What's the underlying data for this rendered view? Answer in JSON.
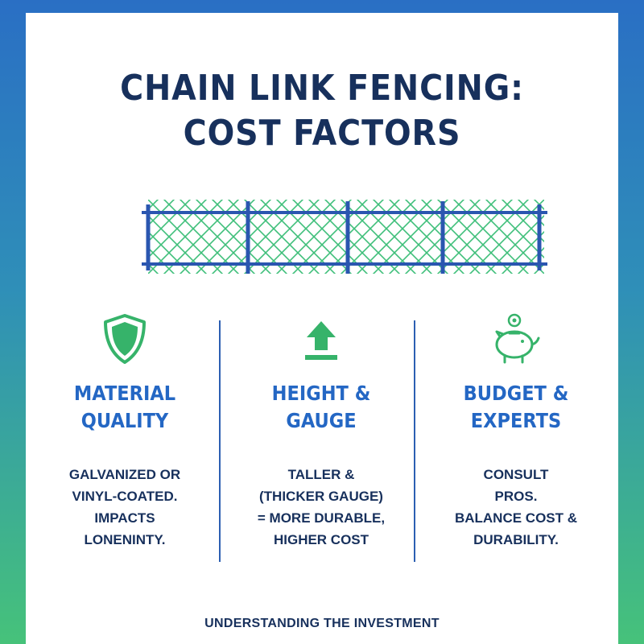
{
  "title": {
    "line1": "CHAIN LINK FENCING:",
    "line2": "COST FACTORS"
  },
  "colors": {
    "navy": "#17305c",
    "blue": "#2467c4",
    "green": "#36b36a",
    "fence_blue": "#2a56b0",
    "fence_green": "#3fbf7a"
  },
  "columns": [
    {
      "icon": "shield-icon",
      "heading": [
        "MATERIAL",
        "QUALITY"
      ],
      "body": [
        "GALVANIZED OR",
        "VINYL-COATED.",
        "IMPACTS",
        "LONENINTY."
      ]
    },
    {
      "icon": "arrow-up-icon",
      "heading": [
        "HEIGHT &",
        "GAUGE"
      ],
      "body": [
        "TALLER &",
        "(THICKER GAUGE)",
        "= MORE DURABLE,",
        "HIGHER COST"
      ]
    },
    {
      "icon": "piggy-bank-icon",
      "heading": [
        "BUDGET &",
        "EXPERTS"
      ],
      "body": [
        "CONSULT",
        "PROS.",
        "BALANCE COST &",
        "DURABILITY."
      ]
    }
  ],
  "footer": "UNDERSTANDING THE INVESTMENT"
}
